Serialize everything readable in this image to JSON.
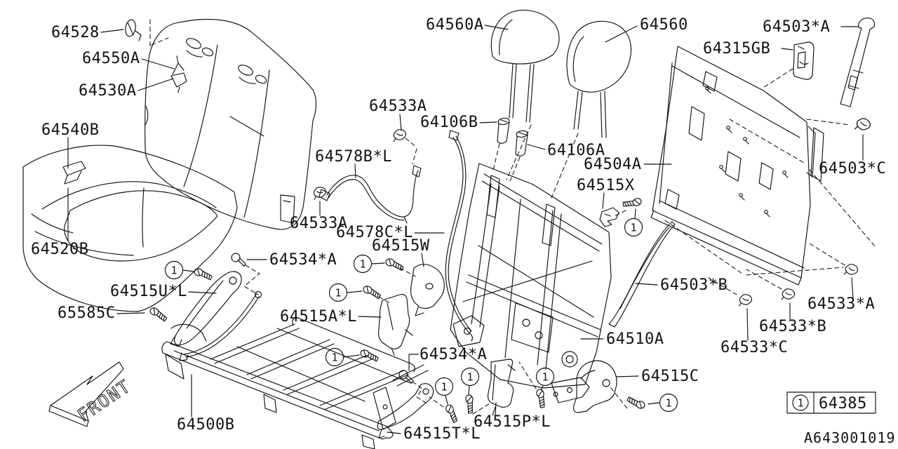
{
  "colors": {
    "background": "#ffffff",
    "line": "#111111"
  },
  "drawing_number": "A643001019",
  "front_indicator": "FRONT",
  "callout": {
    "ref": "1"
  },
  "legend": {
    "ref": "1",
    "part_number": "64385"
  },
  "part_labels": [
    {
      "text": "64528"
    },
    {
      "text": "64550A"
    },
    {
      "text": "64530A"
    },
    {
      "text": "64540B"
    },
    {
      "text": "64520B"
    },
    {
      "text": "64560A"
    },
    {
      "text": "64560"
    },
    {
      "text": "64503*A"
    },
    {
      "text": "64315GB"
    },
    {
      "text": "64533A"
    },
    {
      "text": "64106B"
    },
    {
      "text": "64106A"
    },
    {
      "text": "64504A"
    },
    {
      "text": "64515X"
    },
    {
      "text": "64503*C"
    },
    {
      "text": "64578B*L"
    },
    {
      "text": "64533A"
    },
    {
      "text": "64578C*L"
    },
    {
      "text": "64515W"
    },
    {
      "text": "64534*A"
    },
    {
      "text": "64515U*L"
    },
    {
      "text": "65585C"
    },
    {
      "text": "64515A*L"
    },
    {
      "text": "64503*B"
    },
    {
      "text": "64533*A"
    },
    {
      "text": "64533*B"
    },
    {
      "text": "64533*C"
    },
    {
      "text": "64510A"
    },
    {
      "text": "64515C"
    },
    {
      "text": "64534*A"
    },
    {
      "text": "64515P*L"
    },
    {
      "text": "64515T*L"
    },
    {
      "text": "64500B"
    }
  ]
}
